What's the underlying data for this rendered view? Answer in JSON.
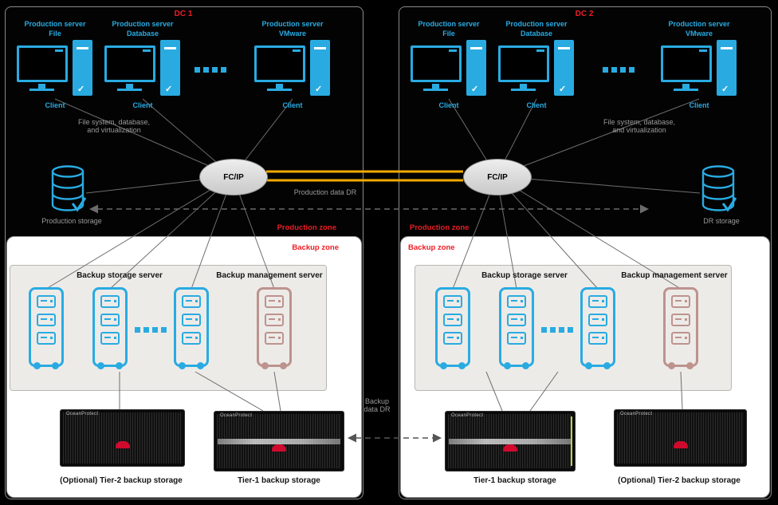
{
  "dc1": {
    "title": "DC 1",
    "production_zone": "Production zone",
    "fs_line1": "File system, database,",
    "fs_line2": "and virtualization",
    "network": "FC/IP",
    "storage_label": "Production storage",
    "servers": [
      {
        "role": "Production server",
        "type": "File",
        "client": "Client"
      },
      {
        "role": "Production server",
        "type": "Database",
        "client": "Client"
      },
      {
        "role": "Production server",
        "type": "VMware",
        "client": "Client"
      }
    ],
    "backup": {
      "zone": "Backup zone",
      "storage_server": "Backup storage server",
      "management_server": "Backup management server",
      "tier2": "(Optional) Tier-2 backup storage",
      "tier1": "Tier-1 backup storage"
    }
  },
  "dc2": {
    "title": "DC 2",
    "production_zone": "Production zone",
    "fs_line1": "File system, database,",
    "fs_line2": "and virtualization",
    "network": "FC/IP",
    "storage_label": "DR storage",
    "servers": [
      {
        "role": "Production server",
        "type": "File",
        "client": "Client"
      },
      {
        "role": "Production server",
        "type": "Database",
        "client": "Client"
      },
      {
        "role": "Production server",
        "type": "VMware",
        "client": "Client"
      }
    ],
    "backup": {
      "zone": "Backup zone",
      "storage_server": "Backup storage server",
      "management_server": "Backup management server",
      "tier1": "Tier-1 backup storage",
      "tier2": "(Optional) Tier-2 backup storage"
    }
  },
  "links": {
    "production_dr": "Production data DR",
    "backup_dr_line1": "Backup",
    "backup_dr_line2": "data DR"
  },
  "brand": "OceanProtect",
  "colors": {
    "cyan": "#29abe2",
    "red": "#ed1c24",
    "yellow": "#f2a900",
    "management_rack": "#bd938e"
  }
}
